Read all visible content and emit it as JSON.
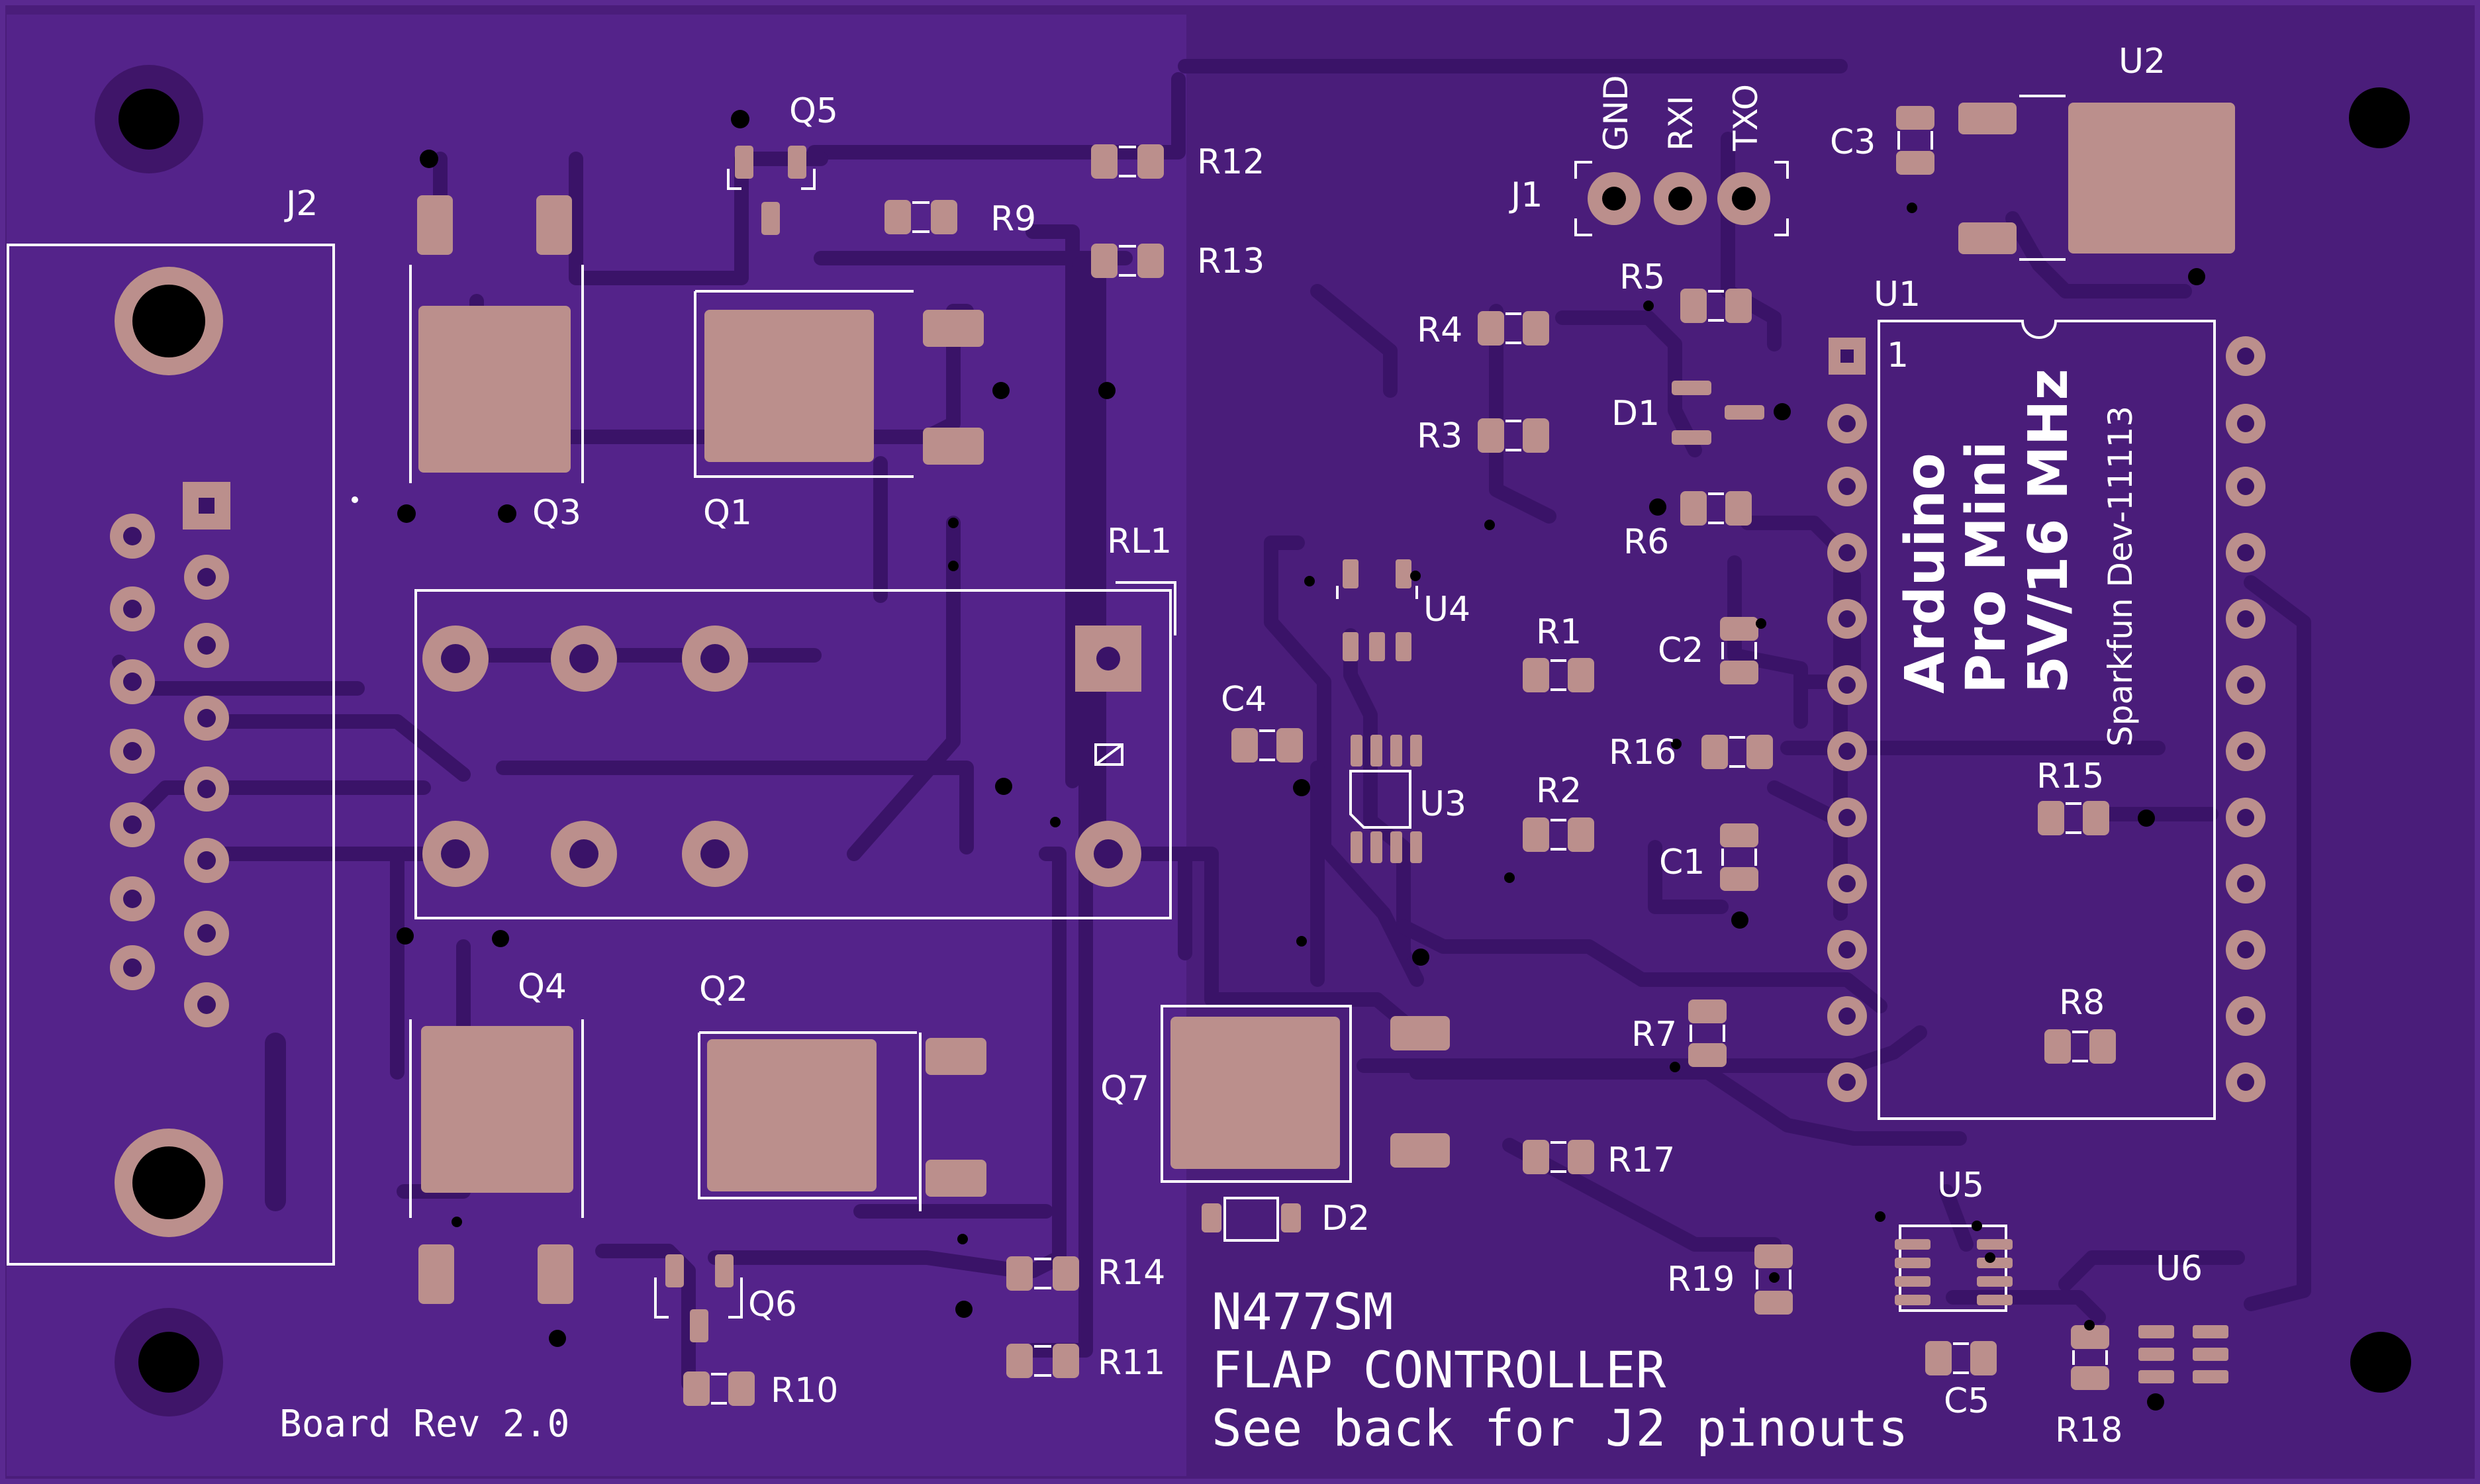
{
  "board": {
    "colors": {
      "substrate": "#4a1d7a",
      "pour": "#54238a",
      "trace": "#3a1368",
      "copper": "#bb8f8c",
      "silk": "#ffffff",
      "hole": "#000000",
      "outline": "#5a2990"
    },
    "refdes": {
      "J2": "J2",
      "J1": "J1",
      "Q1": "Q1",
      "Q2": "Q2",
      "Q3": "Q3",
      "Q4": "Q4",
      "Q5": "Q5",
      "Q6": "Q6",
      "Q7": "Q7",
      "RL1": "RL1",
      "U1": "U1",
      "U2": "U2",
      "U3": "U3",
      "U4": "U4",
      "U5": "U5",
      "U6": "U6",
      "C1": "C1",
      "C2": "C2",
      "C3": "C3",
      "C4": "C4",
      "C5": "C5",
      "D1": "D1",
      "D2": "D2",
      "R1": "R1",
      "R2": "R2",
      "R3": "R3",
      "R4": "R4",
      "R5": "R5",
      "R6": "R6",
      "R7": "R7",
      "R8": "R8",
      "R9": "R9",
      "R10": "R10",
      "R11": "R11",
      "R12": "R12",
      "R13": "R13",
      "R14": "R14",
      "R15": "R15",
      "R16": "R16",
      "R17": "R17",
      "R18": "R18",
      "R19": "R19"
    },
    "j1_pins": [
      "GND",
      "RXI",
      "TXO"
    ],
    "u1_pin1": "1",
    "arduino": {
      "line1": "Arduino",
      "line2": "Pro Mini",
      "line3": "5V/16 MHz",
      "line4": "Sparkfun Dev-11113"
    },
    "title": {
      "line1": "N477SM",
      "line2": "FLAP CONTROLLER",
      "line3": "See back for J2 pinouts"
    },
    "revision": "Board Rev 2.0"
  }
}
